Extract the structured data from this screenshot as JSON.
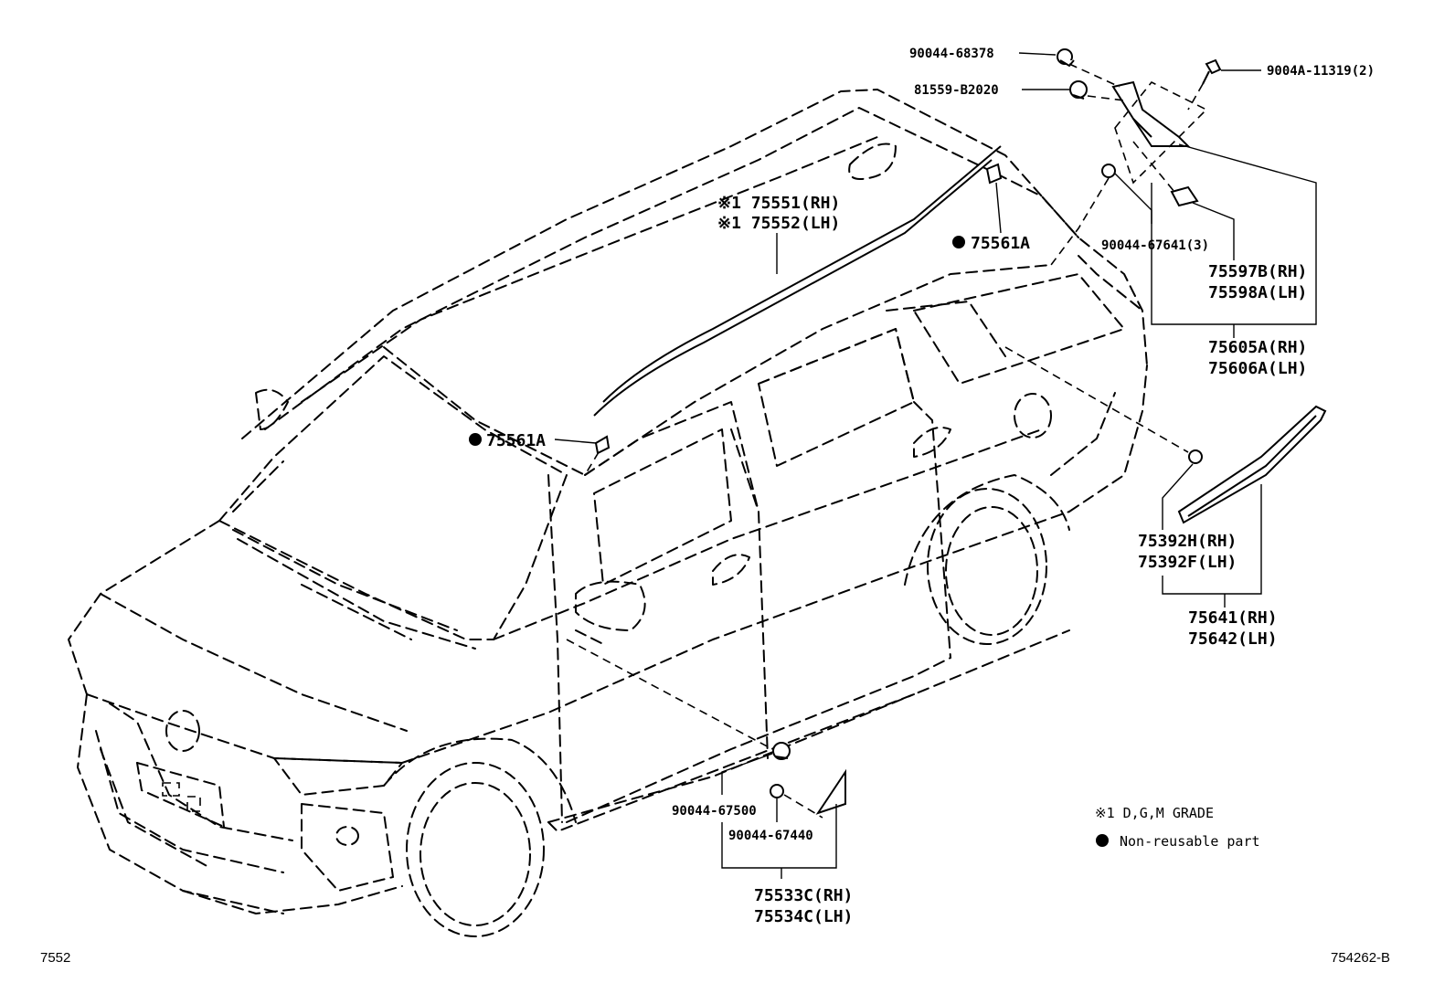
{
  "parts": {
    "p1": "90044-68378",
    "p2": "81559-B2020",
    "p3": "9004A-11319(2)",
    "p4_line1": "※1 75551(RH)",
    "p4_line2": "※1 75552(LH)",
    "p5_top": "75561A",
    "p5_mid": "75561A",
    "p6": "90044-67641(3)",
    "p7_line1": "75597B(RH)",
    "p7_line2": "75598A(LH)",
    "p8_line1": "75605A(RH)",
    "p8_line2": "75606A(LH)",
    "p9_line1": "75392H(RH)",
    "p9_line2": "75392F(LH)",
    "p10_line1": "75641(RH)",
    "p10_line2": "75642(LH)",
    "p11": "90044-67500",
    "p12": "90044-67440",
    "p13_line1": "75533C(RH)",
    "p13_line2": "75534C(LH)"
  },
  "legend": {
    "note1": "※1 D,G,M GRADE",
    "note2": "Non-reusable part"
  },
  "footer": {
    "left": "7552",
    "right": "754262-B"
  }
}
